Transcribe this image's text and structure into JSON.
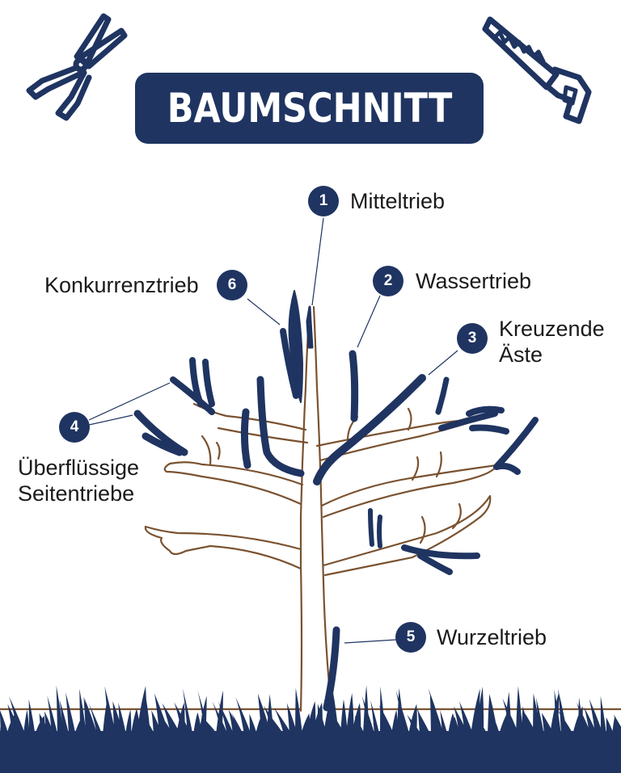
{
  "title": "BAUMSCHNITT",
  "colors": {
    "navy": "#1f3461",
    "bark": "#7a5230",
    "white": "#ffffff"
  },
  "icons": {
    "left": "pruning-shears-icon",
    "right": "handsaw-icon"
  },
  "callouts": [
    {
      "number": "1",
      "label": "Mitteltrieb"
    },
    {
      "number": "2",
      "label": "Wassertrieb"
    },
    {
      "number": "3",
      "label_lines": [
        "Kreuzende",
        "Äste"
      ]
    },
    {
      "number": "4",
      "label_lines": [
        "Überflüssige",
        "Seitentriebe"
      ]
    },
    {
      "number": "5",
      "label": "Wurzeltrieb"
    },
    {
      "number": "6",
      "label": "Konkurrenztrieb"
    }
  ]
}
